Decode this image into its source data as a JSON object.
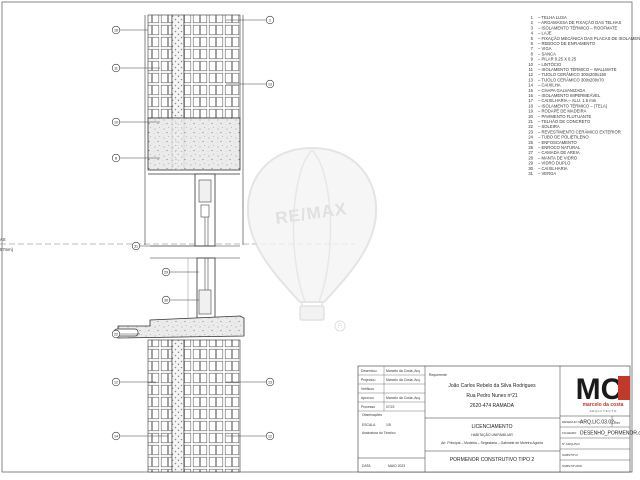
{
  "left_note": [
    "AS",
    "87mm)"
  ],
  "watermark": {
    "text": "RE/MAX",
    "mark": "R"
  },
  "legend": [
    {
      "n": "1",
      "text": "TELHA LUSA"
    },
    {
      "n": "2",
      "text": "ARGAMASSA DE FIXAÇÃO DAS TELHAS"
    },
    {
      "n": "3",
      "text": "ISOLAMENTO TÉRMICO – ROOFMATE"
    },
    {
      "n": "4",
      "text": "LAJE"
    },
    {
      "n": "5",
      "text": "FIXAÇÃO MECÂNICA DAS PLACAS DE ISOLAMENTO"
    },
    {
      "n": "6",
      "text": "REBOCO DE ENFIAMENTO"
    },
    {
      "n": "7",
      "text": "VIGA"
    },
    {
      "n": "8",
      "text": "SANCA"
    },
    {
      "n": "9",
      "text": "PILAR 0.25 X 0.25"
    },
    {
      "n": "10",
      "text": "LINTÓCIO"
    },
    {
      "n": "11",
      "text": "ISOLAMENTO TÉRMICO – WALLMATE"
    },
    {
      "n": "12",
      "text": "TIJOLO CERÂMICO 300x200x150"
    },
    {
      "n": "13",
      "text": "TIJOLO CERÂMICO 300x200x70"
    },
    {
      "n": "14",
      "text": "CAIXILHA"
    },
    {
      "n": "15",
      "text": "CHAPA GALVANIZADA"
    },
    {
      "n": "16",
      "text": "ISOLAMENTO IMPERMEÁVEL"
    },
    {
      "n": "17",
      "text": "CAIXILHARIA – ALU. 1.5 mm"
    },
    {
      "n": "18",
      "text": "ISOLAMENTO TÉRMICO – (TELA)"
    },
    {
      "n": "19",
      "text": "RODAPÉ DE MADEIRA"
    },
    {
      "n": "20",
      "text": "PAVIMENTO FLUTUANTE"
    },
    {
      "n": "21",
      "text": "TELHÃO DE CONCRETO"
    },
    {
      "n": "22",
      "text": "SOLEIRA"
    },
    {
      "n": "23",
      "text": "REVESTIMENTO CERÂMICO EXTERIOR"
    },
    {
      "n": "24",
      "text": "TUBO DE POLIETILENO"
    },
    {
      "n": "25",
      "text": "ENFOSCAMENTO"
    },
    {
      "n": "26",
      "text": "ENROCO NATURAL"
    },
    {
      "n": "27",
      "text": "CAMADA DE AREIA"
    },
    {
      "n": "28",
      "text": "MANTA DE VIDRO"
    },
    {
      "n": "29",
      "text": "VIDRO DUPLO"
    },
    {
      "n": "30",
      "text": "CAIXILHARIA"
    },
    {
      "n": "31",
      "text": "VERGA"
    }
  ],
  "title_block": {
    "roles": [
      {
        "label": "Desenhou",
        "value": "Marcelo da Costa, Arq."
      },
      {
        "label": "Projectou",
        "value": "Marcelo da Costa, Arq."
      },
      {
        "label": "Verificou",
        "value": ""
      },
      {
        "label": "Aprovou",
        "value": "Marcelo da Costa, Arq."
      },
      {
        "label": "Processo",
        "value": "07/22"
      }
    ],
    "obs_label": "Observações",
    "esc_label": "ESCALA",
    "esc_value": "1/5",
    "assin_label": "Assinatura do Técnico",
    "data_label": "DATA",
    "date": "MAIO 2023",
    "req_label": "Requerente",
    "client": "João Carlos Rebelo da Silva Rodrigues",
    "address": "Rua Pedro Nunes nº21",
    "postcode": "2620-474 RAMADA",
    "phase": "LICENCIAMENTO",
    "use": "HABITAÇÃO UNIFAMILIAR",
    "work": "Arr. Principal – Modelos – Segestaria – Gabinete de Moreira Agonia",
    "sheet_title": "PORMENOR CONSTRUTIVO TIPO 2",
    "logo_letters": "MC",
    "logo_name": "marcelo da costa",
    "logo_sub": "A R Q U I T E C T O",
    "fields": [
      {
        "label": "DESENHO Nº",
        "value": "ARQ.LIC.03.02"
      },
      {
        "label": "FICHEIRO",
        "value": "DESENHO_PORMENOR.dwg"
      },
      {
        "label": "Nº ARQUIVO",
        "value": ""
      },
      {
        "label": "SUBSTITUI",
        "value": ""
      },
      {
        "label": "SUBSTITUIDO",
        "value": ""
      }
    ],
    "rev_label": "Rev"
  },
  "balloons": {
    "left": [
      "16",
      "11",
      "10",
      "8",
      "31",
      "29",
      "30",
      "22",
      "12",
      "14"
    ],
    "right": [
      "1",
      "13",
      "13",
      "12"
    ]
  }
}
